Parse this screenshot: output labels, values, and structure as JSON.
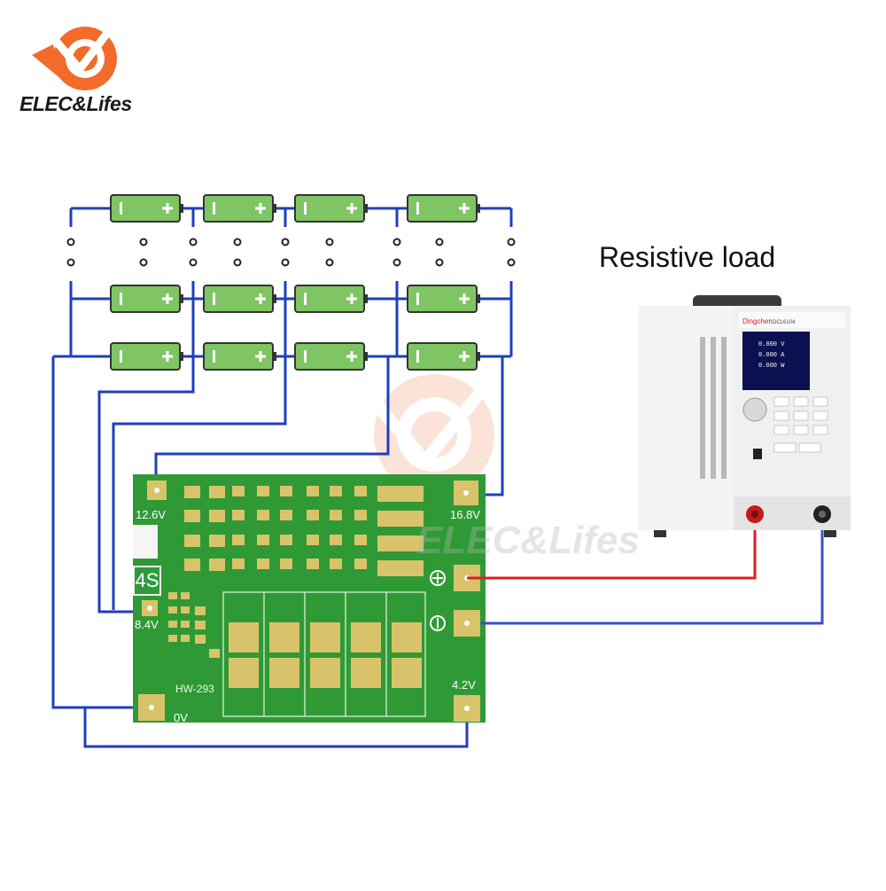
{
  "brand": {
    "name": "ELEC&Lifes",
    "watermark": "ELEC&Lifes"
  },
  "load": {
    "title": "Resistive load"
  },
  "device": {
    "brand": "Dingchen",
    "model": "DCL6104",
    "screen_values": [
      "0.000 V",
      "0.000 A",
      "0.000 W"
    ]
  },
  "board": {
    "name": "HW-293",
    "series_tag": "4S",
    "pins": {
      "p126": "12.6V",
      "p168": "16.8V",
      "p84": "8.4V",
      "p0": "0V",
      "p42": "4.2V"
    }
  },
  "colors": {
    "wire": "#1f3fbf",
    "positive_wire": "#e01f1f",
    "board": "#2f9a35",
    "pad": "#d8c36a",
    "cell": "#7fc563"
  }
}
